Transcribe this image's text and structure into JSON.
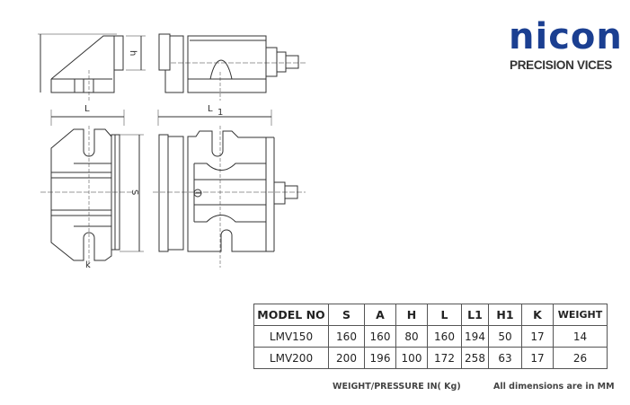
{
  "logo": {
    "brand": "nicon",
    "tagline": "PRECISION VICES",
    "color": "#1b3f91"
  },
  "drawing": {
    "labels": {
      "h": "h",
      "L": "L",
      "L1": "L",
      "L1_sub": "1",
      "S": "S",
      "k": "k"
    }
  },
  "table": {
    "headers": [
      "MODEL NO",
      "S",
      "A",
      "H",
      "L",
      "L1",
      "H1",
      "K",
      "WEIGHT"
    ],
    "rows": [
      [
        "LMV150",
        "160",
        "160",
        "80",
        "160",
        "194",
        "50",
        "17",
        "14"
      ],
      [
        "LMV200",
        "200",
        "196",
        "100",
        "172",
        "258",
        "63",
        "17",
        "26"
      ]
    ]
  },
  "footer": {
    "weight_note": "WEIGHT/PRESSURE IN( Kg)",
    "units_note": "All dimensions are in MM"
  }
}
